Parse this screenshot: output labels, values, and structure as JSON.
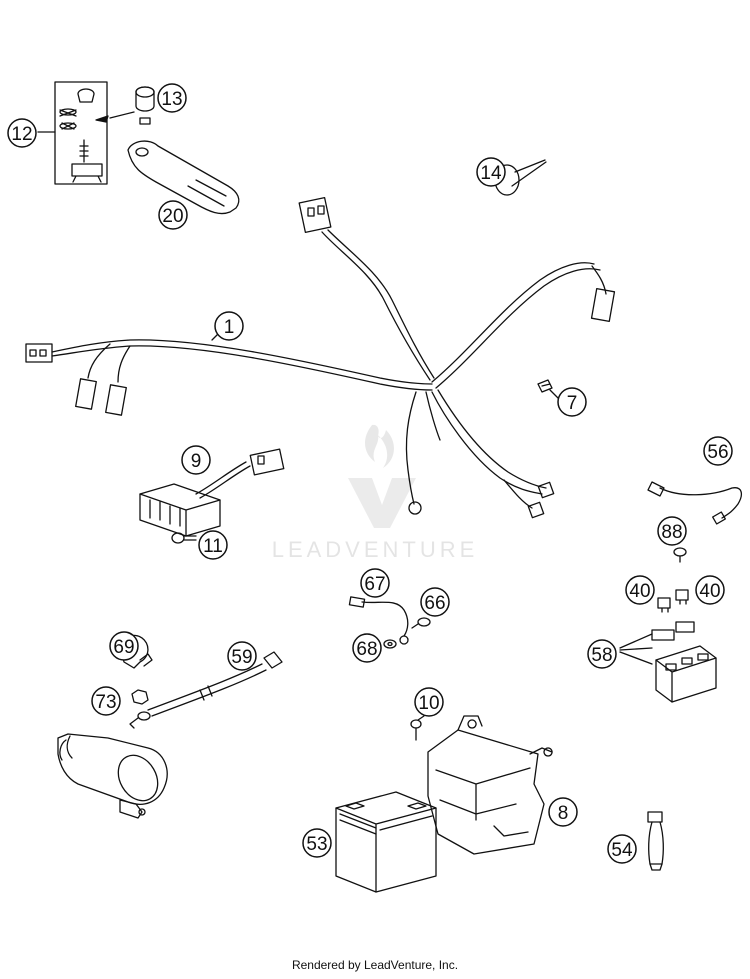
{
  "watermark": {
    "text": "LEADVENTURE"
  },
  "footer": {
    "text": "Rendered by LeadVenture, Inc."
  },
  "callouts": [
    {
      "key": "c1",
      "label": "1"
    },
    {
      "key": "c7",
      "label": "7"
    },
    {
      "key": "c8",
      "label": "8"
    },
    {
      "key": "c9",
      "label": "9"
    },
    {
      "key": "c10",
      "label": "10"
    },
    {
      "key": "c11",
      "label": "11"
    },
    {
      "key": "c12",
      "label": "12"
    },
    {
      "key": "c13",
      "label": "13"
    },
    {
      "key": "c14",
      "label": "14"
    },
    {
      "key": "c20",
      "label": "20"
    },
    {
      "key": "c40a",
      "label": "40"
    },
    {
      "key": "c40b",
      "label": "40"
    },
    {
      "key": "c53",
      "label": "53"
    },
    {
      "key": "c54",
      "label": "54"
    },
    {
      "key": "c56",
      "label": "56"
    },
    {
      "key": "c58",
      "label": "58"
    },
    {
      "key": "c59",
      "label": "59"
    },
    {
      "key": "c66",
      "label": "66"
    },
    {
      "key": "c67",
      "label": "67"
    },
    {
      "key": "c68",
      "label": "68"
    },
    {
      "key": "c69",
      "label": "69"
    },
    {
      "key": "c73",
      "label": "73"
    },
    {
      "key": "c88",
      "label": "88"
    }
  ]
}
